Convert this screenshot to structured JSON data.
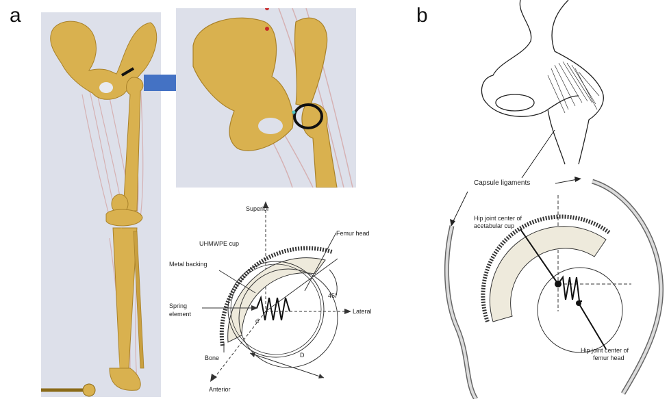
{
  "panel_a": {
    "letter": "a",
    "diagram_labels": {
      "superior": "Superior",
      "femur_head": "Femur head",
      "uhmwpe_cup": "UHMWPE cup",
      "metal_backing": "Metal backing",
      "spring_element": "Spring element",
      "angle": "45°",
      "lateral": "Lateral",
      "bone": "Bone",
      "anterior": "Anterior",
      "d_small": "d",
      "d_large": "D"
    }
  },
  "panel_b": {
    "letter": "b",
    "labels": {
      "capsule_ligaments": "Capsule ligaments",
      "hip_center_cup": "Hip joint center of acetabular cup",
      "hip_center_femur": "Hip joint center of femur head"
    }
  },
  "colors": {
    "bone": "#d9b14f",
    "bone_shadow": "#a9822a",
    "arrow": "#4472c4",
    "render_bg": "#dde0ea",
    "muscle": "#d4a6a6",
    "cup_fill": "#eeeadc"
  }
}
